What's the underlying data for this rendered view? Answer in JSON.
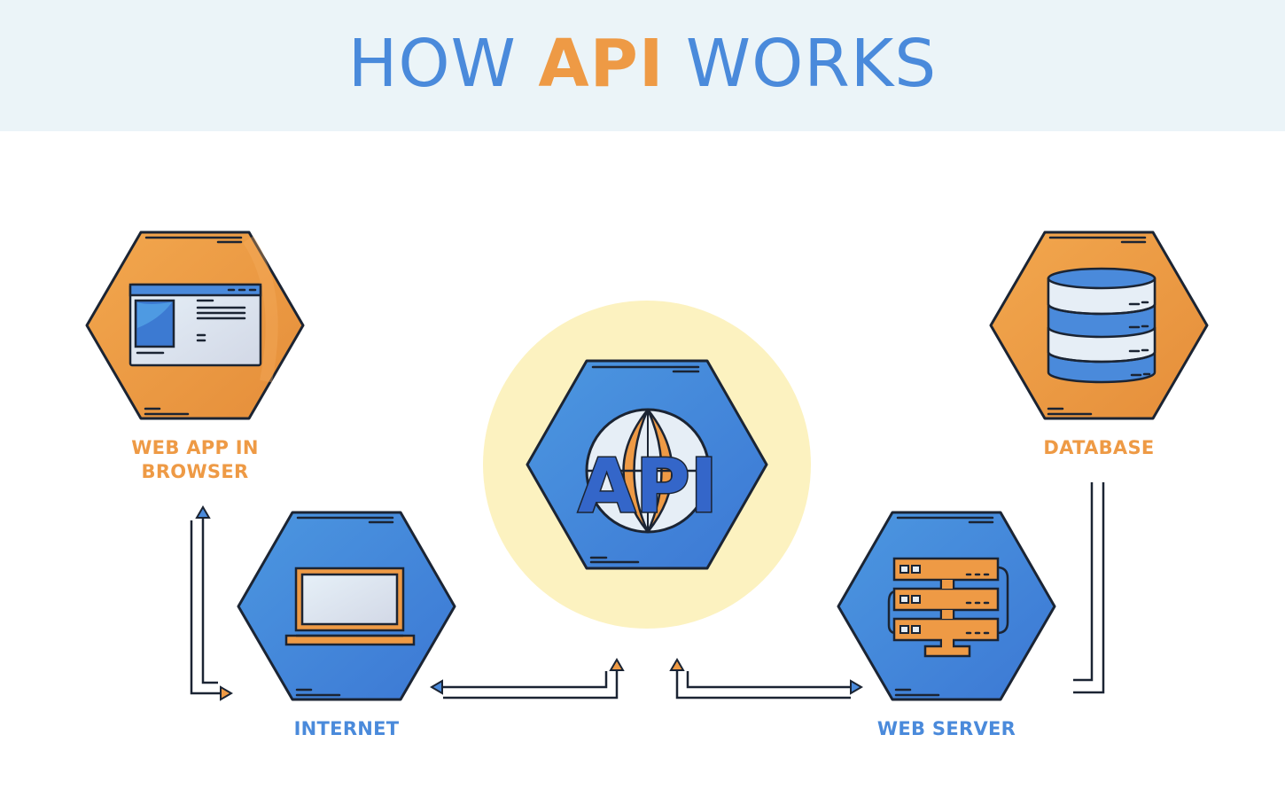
{
  "header": {
    "title_part1": "HOW",
    "title_highlight": "API",
    "title_part2": "WORKS"
  },
  "colors": {
    "header_bg": "#EBF4F8",
    "blue": "#4A8ADB",
    "orange": "#EE9A45",
    "highlight_circle": "#FCF2C0",
    "outline": "#1B2433"
  },
  "nodes": [
    {
      "id": "web-app",
      "label_line1": "WEB APP IN",
      "label_line2": "BROWSER",
      "icon": "browser-window-icon",
      "hex_color": "orange"
    },
    {
      "id": "internet",
      "label_line1": "INTERNET",
      "icon": "laptop-icon",
      "hex_color": "blue"
    },
    {
      "id": "api",
      "label_line1": "API",
      "icon": "api-globe-icon",
      "hex_color": "blue"
    },
    {
      "id": "web-server",
      "label_line1": "WEB SERVER",
      "icon": "server-rack-icon",
      "hex_color": "blue"
    },
    {
      "id": "database",
      "label_line1": "DATABASE",
      "icon": "database-icon",
      "hex_color": "orange"
    }
  ],
  "connections": [
    {
      "from": "internet",
      "to": "web-app",
      "bidirectional": true
    },
    {
      "from": "api",
      "to": "internet",
      "bidirectional": true
    },
    {
      "from": "api",
      "to": "web-server",
      "bidirectional": true
    },
    {
      "from": "web-server",
      "to": "database",
      "bidirectional": true
    }
  ]
}
